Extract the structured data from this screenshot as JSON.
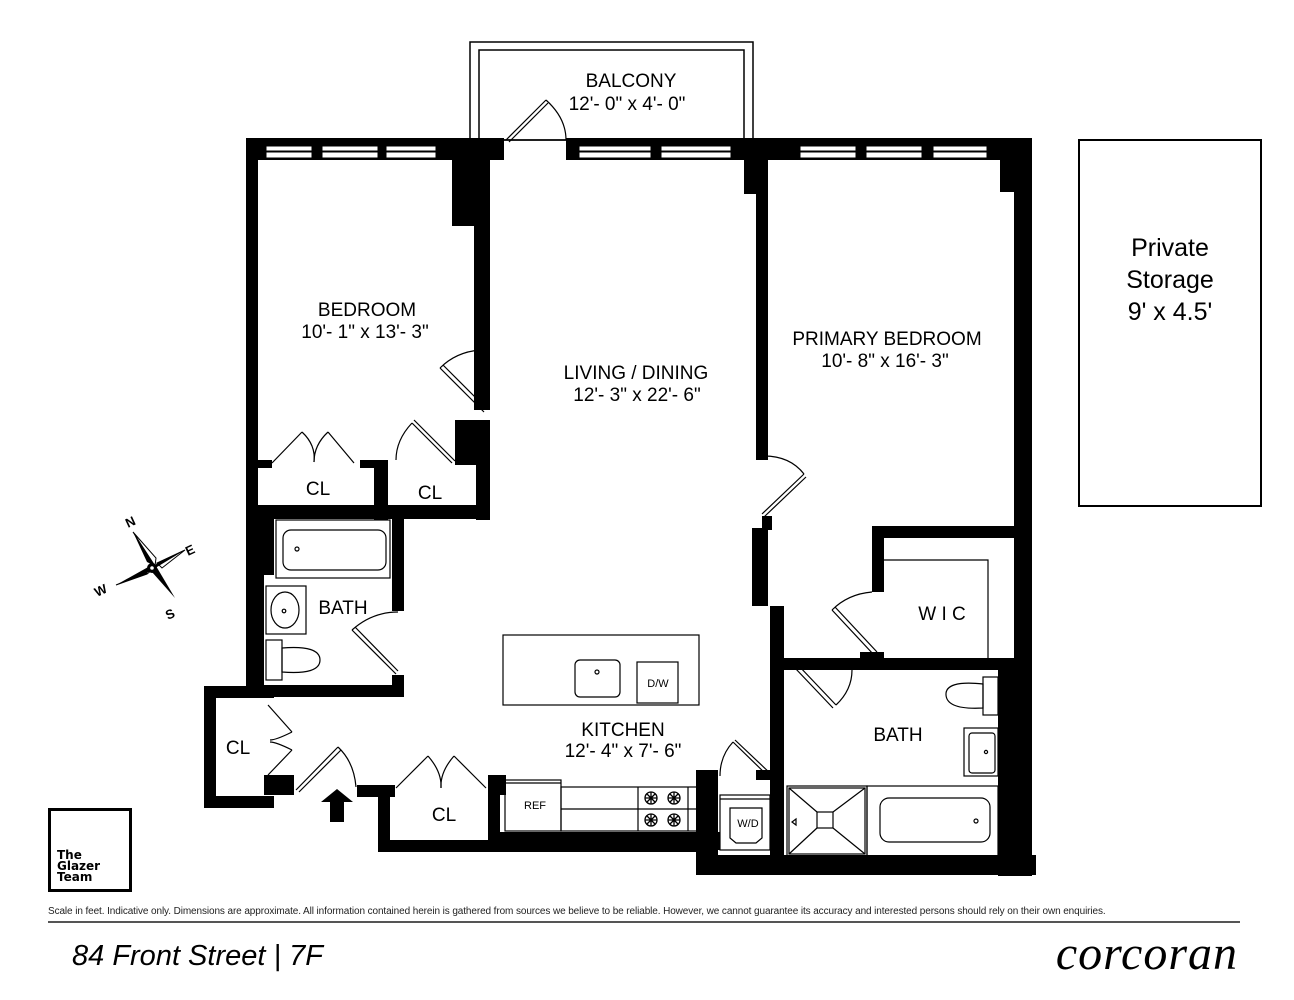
{
  "rooms": {
    "balcony": {
      "name": "BALCONY",
      "dims": "12'- 0\" x 4'- 0\""
    },
    "bedroom": {
      "name": "BEDROOM",
      "dims": "10'- 1\" x 13'- 3\""
    },
    "living_dining": {
      "name": "LIVING  / DINING",
      "dims": "12'- 3\" x 22'- 6\""
    },
    "primary_bedroom": {
      "name": "PRIMARY BEDROOM",
      "dims": "10'- 8\" x 16'- 3\""
    },
    "kitchen": {
      "name": "KITCHEN",
      "dims": "12'- 4\" x 7'- 6\""
    },
    "bath_1": {
      "name": "BATH"
    },
    "bath_2": {
      "name": "BATH"
    },
    "wic": {
      "name": "W I C"
    },
    "closets": [
      "CL",
      "CL",
      "CL",
      "CL"
    ]
  },
  "appliances": {
    "dishwasher": "D/W",
    "refrigerator": "REF",
    "washer_dryer": "W/D"
  },
  "storage": {
    "line1": "Private",
    "line2": "Storage",
    "line3": "9' x 4.5'"
  },
  "compass": {
    "n": "N",
    "e": "E",
    "s": "S",
    "w": "W"
  },
  "footer": {
    "disclaimer": "Scale in feet. Indicative only. Dimensions are approximate. All information contained herein is gathered from sources we believe to be reliable. However, we cannot guarantee its accuracy and interested persons should rely on their own enquiries.",
    "address": "84 Front Street | 7F",
    "brand": "corcoran",
    "team_logo": "The\nGlazer\nTeam"
  }
}
